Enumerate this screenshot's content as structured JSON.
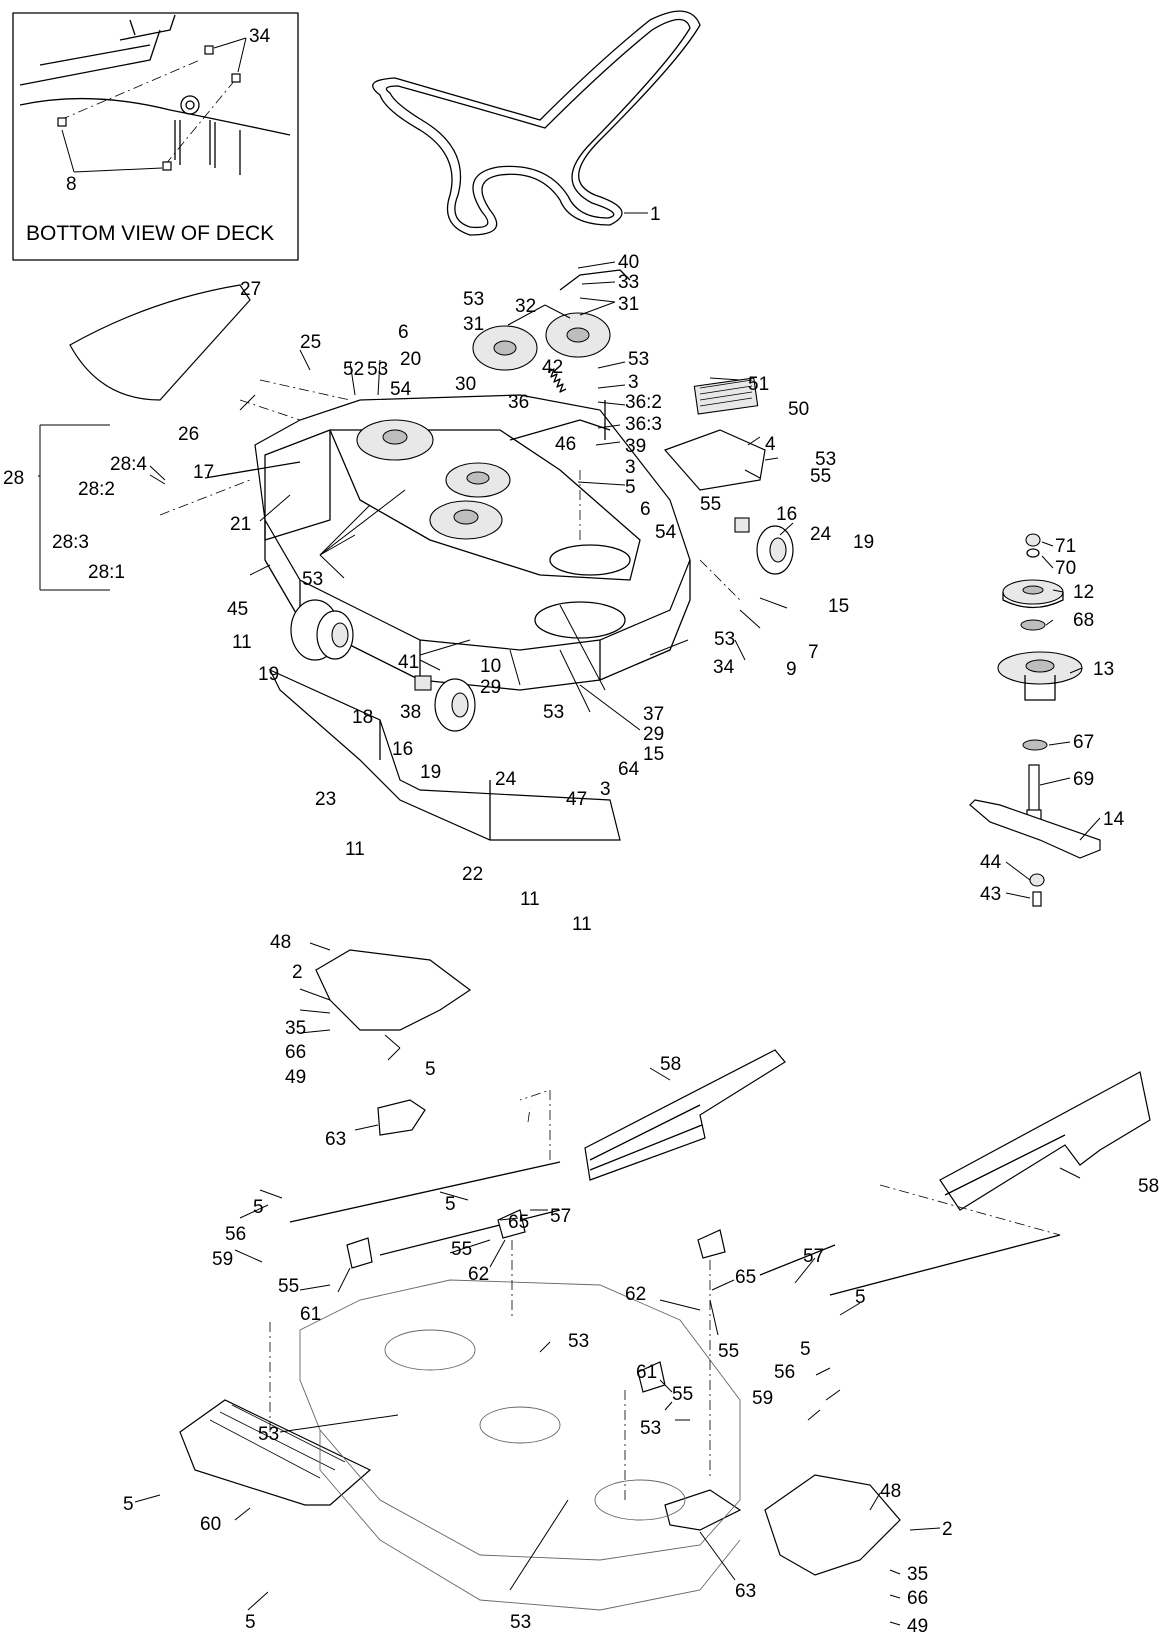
{
  "inset": {
    "title": "BOTTOM VIEW OF DECK",
    "callouts": [
      "34",
      "8"
    ]
  },
  "callouts": {
    "belt": "1",
    "deck_upper": [
      "40",
      "33",
      "31",
      "53",
      "31",
      "32",
      "53",
      "3",
      "36:2",
      "36:3",
      "39",
      "3",
      "5",
      "6",
      "54",
      "42",
      "36",
      "30",
      "46",
      "51",
      "50",
      "4",
      "53",
      "55",
      "55",
      "16",
      "24",
      "19",
      "15",
      "7",
      "9",
      "34",
      "53",
      "37",
      "29",
      "15",
      "64",
      "3",
      "47",
      "29",
      "53",
      "10",
      "41",
      "38",
      "18",
      "16",
      "19",
      "24",
      "23",
      "11",
      "11",
      "22",
      "11",
      "19",
      "11",
      "45",
      "53",
      "21",
      "17",
      "28",
      "28:4",
      "28:2",
      "28:3",
      "28:1",
      "26",
      "27",
      "25",
      "52",
      "53",
      "6",
      "20",
      "54"
    ],
    "spindle": [
      "71",
      "70",
      "12",
      "68",
      "13",
      "67",
      "69",
      "14",
      "44",
      "43"
    ],
    "lower": [
      "48",
      "2",
      "35",
      "66",
      "49",
      "5",
      "63",
      "58",
      "58",
      "5",
      "56",
      "59",
      "5",
      "65",
      "55",
      "62",
      "57",
      "55",
      "61",
      "53",
      "53",
      "60",
      "5",
      "5",
      "53",
      "62",
      "65",
      "55",
      "57",
      "5",
      "5",
      "56",
      "59",
      "61",
      "55",
      "53",
      "63",
      "48",
      "2",
      "35",
      "66",
      "49"
    ]
  },
  "icons": [
    "drive-belt-icon",
    "mower-deck-icon",
    "pulley-icon",
    "caster-wheel-icon",
    "spindle-assembly-icon",
    "blade-icon",
    "baffle-icon",
    "discharge-chute-icon"
  ]
}
